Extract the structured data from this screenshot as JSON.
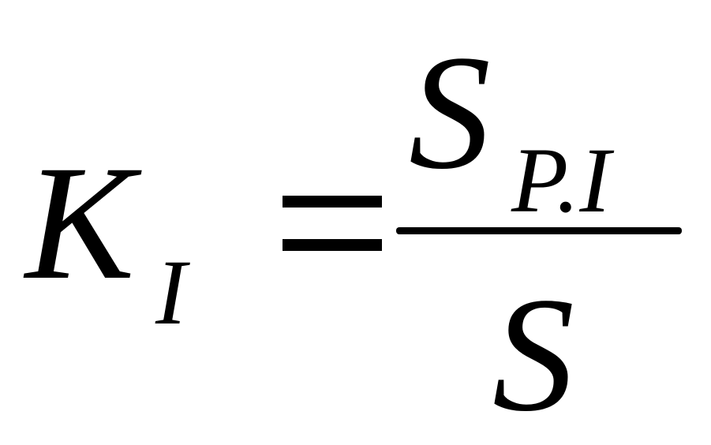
{
  "formula": {
    "lhs": {
      "symbol": "K",
      "subscript": "I"
    },
    "operator": "=",
    "rhs": {
      "numerator": {
        "symbol": "S",
        "subscript": "P.I"
      },
      "denominator": {
        "symbol": "S"
      }
    }
  }
}
